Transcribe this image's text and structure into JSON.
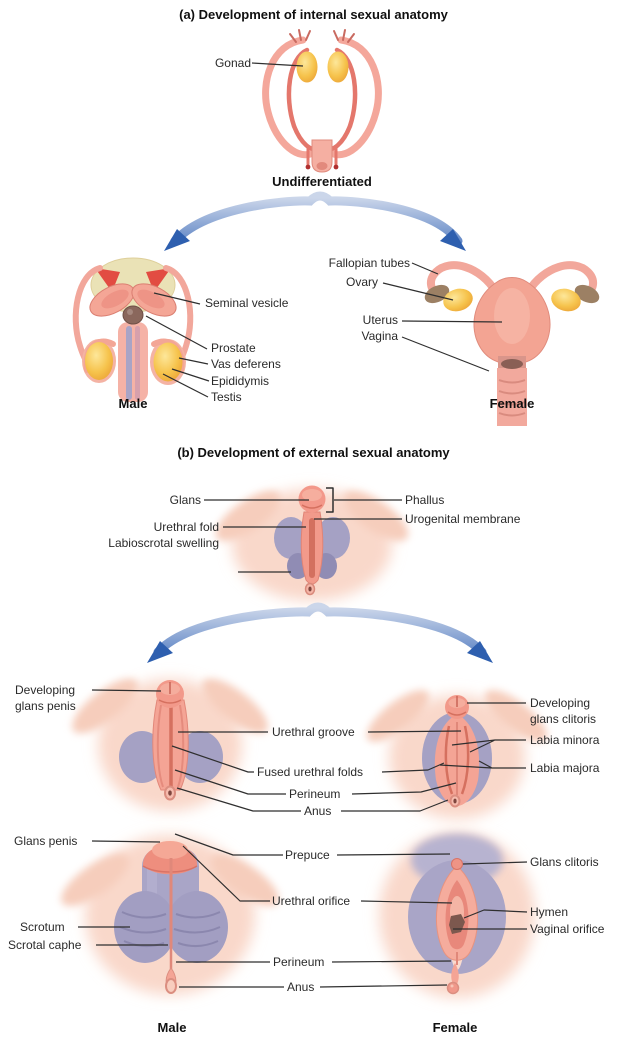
{
  "colors": {
    "leader_line": "#2f2f2f",
    "arrow_blue": "#2e5faf",
    "tissue_pink": "#f4a495",
    "tissue_deep_pink": "#d5705f",
    "gonad_gold": "#f6c34c",
    "swelling_purple": "#a5a1c4",
    "glow_pink": "#f9d8ca",
    "bladder_cream": "#eae2b6"
  },
  "section_a": {
    "title": "(a) Development of internal sexual anatomy",
    "gonad": "Gonad",
    "undifferentiated": "Undifferentiated",
    "male": {
      "caption": "Male",
      "seminal_vesicle": "Seminal vesicle",
      "prostate": "Prostate",
      "vas_deferens": "Vas deferens",
      "epididymis": "Epididymis",
      "testis": "Testis"
    },
    "female": {
      "caption": "Female",
      "fallopian_tubes": "Fallopian tubes",
      "ovary": "Ovary",
      "uterus": "Uterus",
      "vagina": "Vagina"
    }
  },
  "section_b": {
    "title": "(b) Development of external sexual anatomy",
    "undifferentiated_stage": {
      "glans": "Glans",
      "urethral_fold": "Urethral fold",
      "labioscrotal_swelling": "Labioscrotal swelling",
      "phallus": "Phallus",
      "urogenital_membrane": "Urogenital membrane"
    },
    "developing_stage": {
      "developing_glans_penis": "Developing glans penis",
      "urethral_groove": "Urethral groove",
      "fused_urethral_folds": "Fused urethral folds",
      "perineum": "Perineum",
      "anus": "Anus",
      "developing_glans_clitoris": "Developing glans clitoris",
      "labia_minora": "Labia minora",
      "labia_majora": "Labia majora"
    },
    "final_stage": {
      "glans_penis": "Glans penis",
      "prepuce": "Prepuce",
      "urethral_orifice": "Urethral orifice",
      "scrotum": "Scrotum",
      "scrotal_caphe": "Scrotal caphe",
      "perineum": "Perineum",
      "anus": "Anus",
      "glans_clitoris": "Glans clitoris",
      "hymen": "Hymen",
      "vaginal_orifice": "Vaginal orifice",
      "male_caption": "Male",
      "female_caption": "Female"
    }
  }
}
